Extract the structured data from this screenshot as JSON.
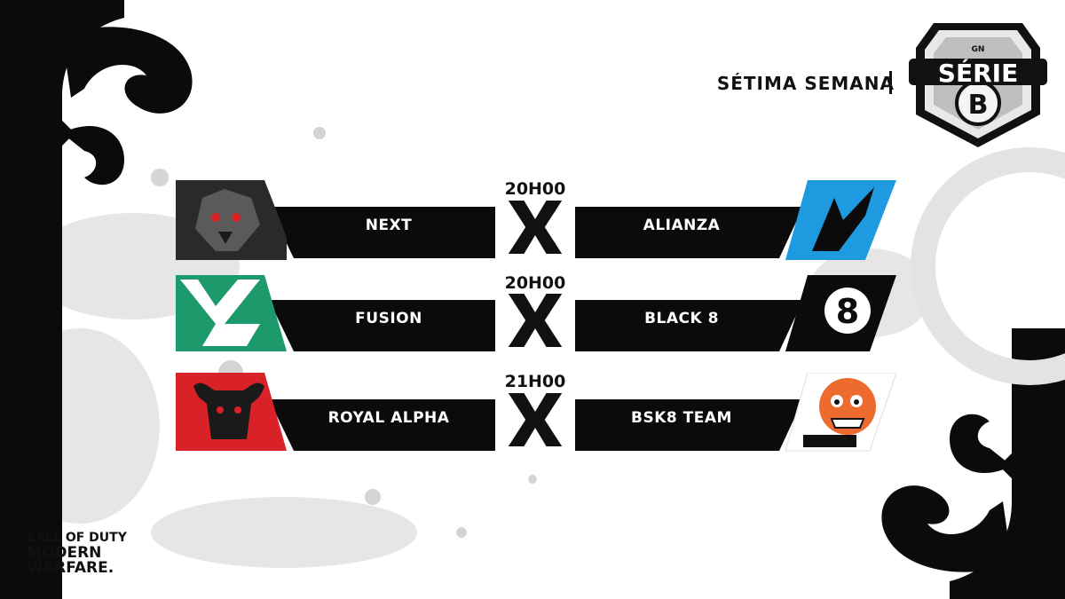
{
  "header": {
    "week_title": "SÉTIMA SEMANA"
  },
  "badge": {
    "tag": "GN",
    "series": "SÉRIE",
    "letter": "B"
  },
  "brand": {
    "line1": "CALL OF DUTY",
    "line2": "MODERN",
    "line3": "WARFARE."
  },
  "vs_symbol": "X",
  "matches": [
    {
      "time": "20H00",
      "home": "NEXT",
      "away": "ALIANZA",
      "home_logo": "wolf-logo-icon",
      "away_logo": "alianza-logo-icon"
    },
    {
      "time": "20H00",
      "home": "FUSION",
      "away": "BLACK 8",
      "home_logo": "fusion-logo-icon",
      "away_logo": "eight-ball-logo-icon"
    },
    {
      "time": "21H00",
      "home": "ROYAL ALPHA",
      "away": "BSK8 TEAM",
      "home_logo": "bull-logo-icon",
      "away_logo": "mascot-logo-icon"
    }
  ],
  "colors": {
    "bar": "#0b0b0b",
    "alianza_blue": "#1e9be0",
    "fusion_green": "#1d9a6c",
    "royal_red": "#d92228",
    "bsk_orange": "#ee6b2f"
  }
}
